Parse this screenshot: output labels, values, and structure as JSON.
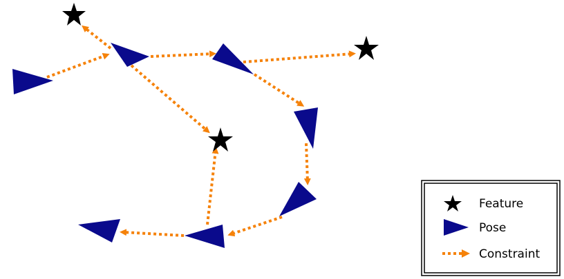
{
  "colors": {
    "pose": "#0a0a8c",
    "constraint": "#f5820a",
    "feature": "#000000",
    "legend_border": "#000000"
  },
  "legend": {
    "items": [
      {
        "label": "Feature",
        "icon": "star-icon"
      },
      {
        "label": "Pose",
        "icon": "triangle-icon"
      },
      {
        "label": "Constraint",
        "icon": "dotted-arrow-icon"
      }
    ]
  }
}
